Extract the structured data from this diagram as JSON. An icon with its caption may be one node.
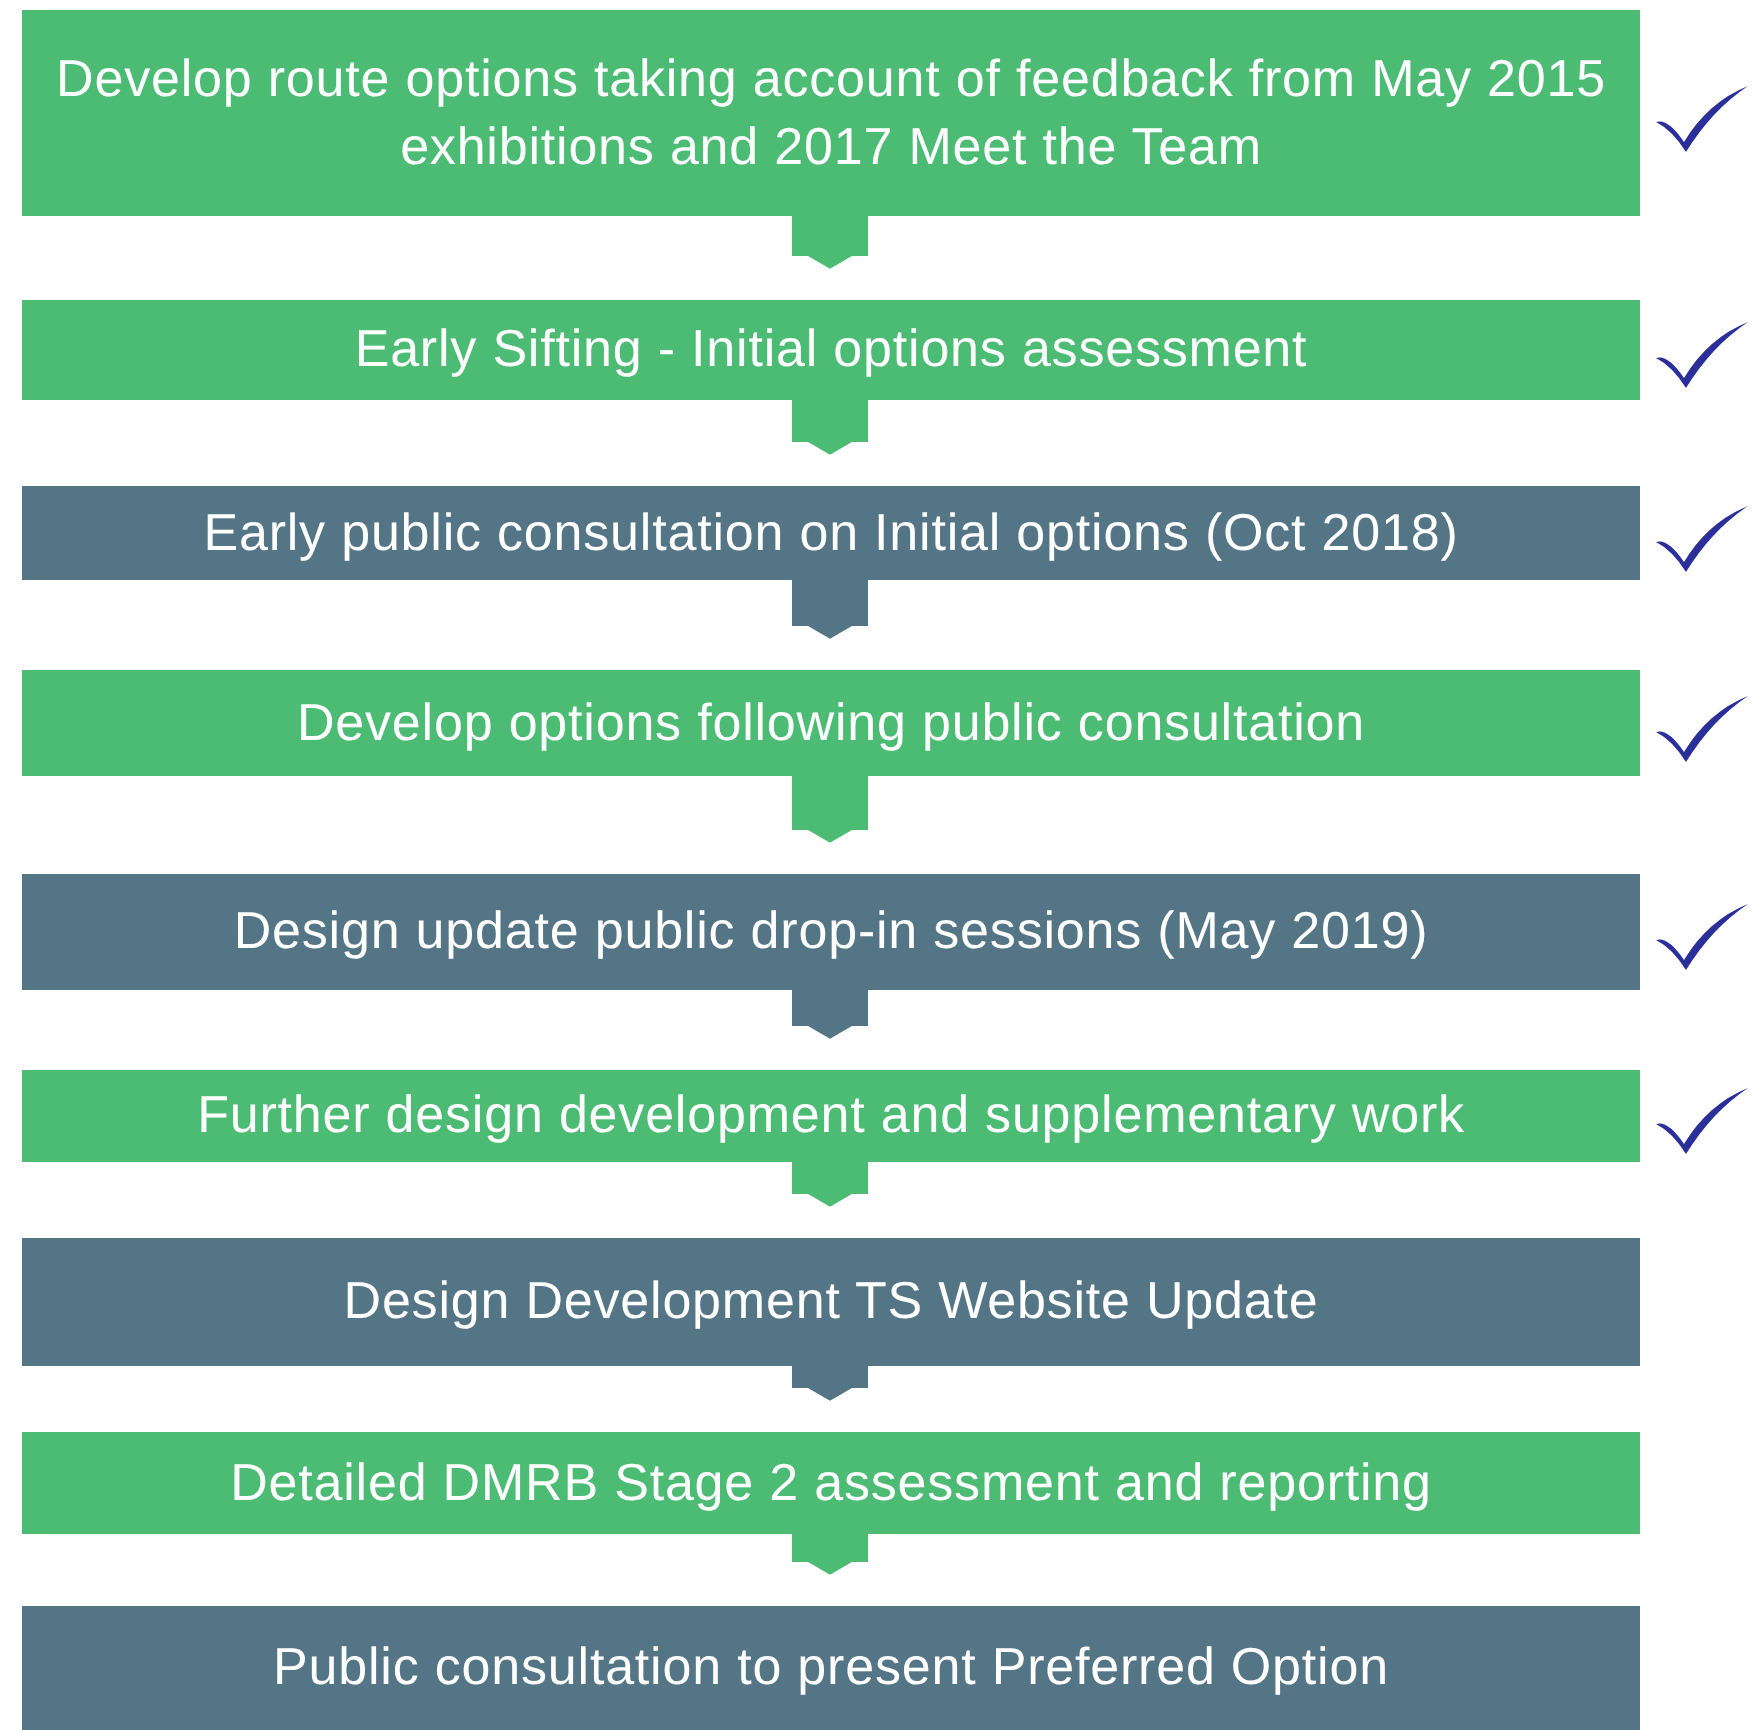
{
  "diagram": {
    "nodes": [
      {
        "text": [
          "Develop route options taking account of feedback from May 2015 exhibitions and 2017 Meet the Team"
        ]
      },
      {
        "text": [
          "Early Sifting - Initial options assessment"
        ]
      },
      {
        "text": [
          "Early public consultation on Initial options (Oct 2018)"
        ]
      },
      {
        "text": [
          "Develop options following public consultation"
        ]
      },
      {
        "text": [
          "Design update public drop-in sessions (May 2019)"
        ]
      },
      {
        "text": [
          "Further design development and supplementary work"
        ]
      },
      {
        "text": [
          "Design Development TS Website Update"
        ]
      },
      {
        "text": [
          "Detailed DMRB Stage 2 assessment and reporting"
        ]
      },
      {
        "text": [
          "Public consultation to present Preferred Option"
        ]
      }
    ],
    "edges": [
      {
        "from": 0,
        "to": 1,
        "arrow": "to"
      },
      {
        "from": 1,
        "to": 2,
        "arrow": "to"
      },
      {
        "from": 2,
        "to": 3,
        "arrow": "to",
        "color": "#537585"
      },
      {
        "from": 3,
        "to": 4,
        "arrow": "to"
      },
      {
        "from": 4,
        "to": 5,
        "arrow": "to",
        "color": "#537585"
      },
      {
        "from": 5,
        "to": 6,
        "arrow": "to"
      },
      {
        "from": 6,
        "to": 7,
        "arrow": "to",
        "color": "#537585"
      },
      {
        "from": 7,
        "to": 8,
        "arrow": "to"
      }
    ]
  }
}
